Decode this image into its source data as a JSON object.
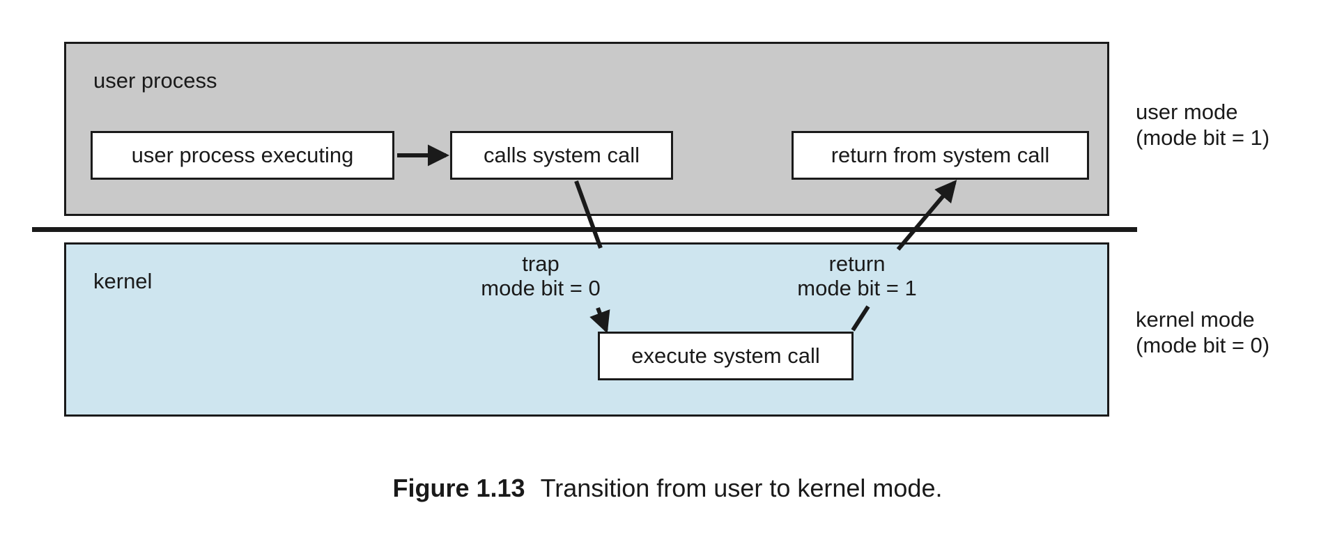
{
  "figure": {
    "caption_number": "Figure 1.13",
    "caption_text": "Transition from user to kernel mode."
  },
  "bands": {
    "user": {
      "label": "user process",
      "fill": "#c9c9c9",
      "side_label_line1": "user mode",
      "side_label_line2": "(mode bit = 1)"
    },
    "kernel": {
      "label": "kernel",
      "fill": "#cee5ef",
      "side_label_line1": "kernel mode",
      "side_label_line2": "(mode bit = 0)"
    }
  },
  "boxes": {
    "user_executing": "user process executing",
    "calls_system_call": "calls system call",
    "return_from_system_call": "return from system call",
    "execute_system_call": "execute system call"
  },
  "transitions": {
    "trap_line1": "trap",
    "trap_line2": "mode bit = 0",
    "return_line1": "return",
    "return_line2": "mode bit = 1"
  },
  "colors": {
    "stroke": "#1a1a1a",
    "box_fill": "#ffffff",
    "page_background": "#ffffff"
  }
}
